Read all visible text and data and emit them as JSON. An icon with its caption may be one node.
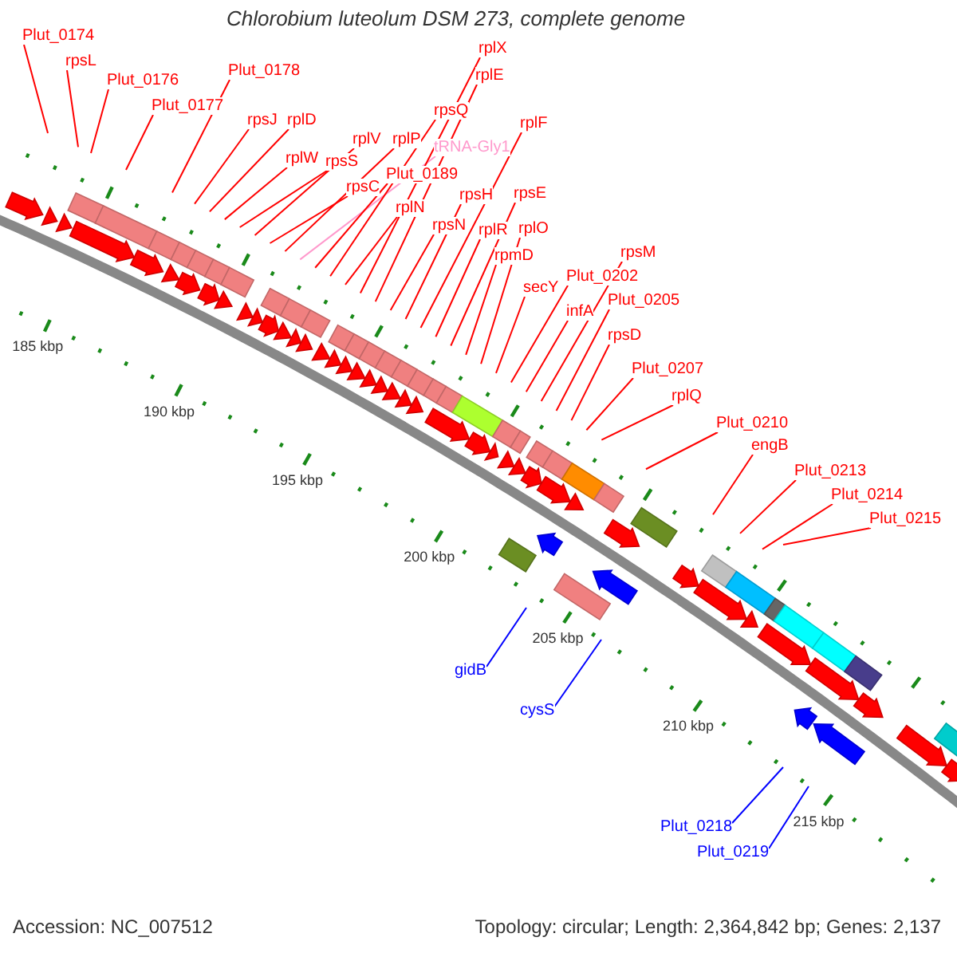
{
  "diagram": {
    "title": "Chlorobium luteolum DSM 273, complete genome",
    "nodes": [
      {
        "text": [
          "Plut_0174"
        ]
      },
      {
        "text": [
          "rpsL"
        ]
      },
      {
        "text": [
          "Plut_0176"
        ]
      },
      {
        "text": [
          "Plut_0177"
        ]
      },
      {
        "text": [
          "Plut_0178"
        ]
      },
      {
        "text": [
          "rpsJ"
        ]
      },
      {
        "text": [
          "rplD"
        ]
      },
      {
        "text": [
          "rplW"
        ]
      },
      {
        "text": [
          "rpsS"
        ]
      },
      {
        "text": [
          "rplV"
        ]
      },
      {
        "text": [
          "rpsC"
        ]
      },
      {
        "text": [
          "rplP"
        ]
      },
      {
        "text": [
          "tRNA-Gly1"
        ]
      },
      {
        "text": [
          "Plut_0189"
        ]
      },
      {
        "text": [
          "rpsQ"
        ]
      },
      {
        "text": [
          "rplN"
        ]
      },
      {
        "text": [
          "rplX"
        ]
      },
      {
        "text": [
          "rplE"
        ]
      },
      {
        "text": [
          "rpsN"
        ]
      },
      {
        "text": [
          "rpsH"
        ]
      },
      {
        "text": [
          "rplF"
        ]
      },
      {
        "text": [
          "rplR"
        ]
      },
      {
        "text": [
          "rpsE"
        ]
      },
      {
        "text": [
          "rpmD"
        ]
      },
      {
        "text": [
          "rplO"
        ]
      },
      {
        "text": [
          "secY"
        ]
      },
      {
        "text": [
          "Plut_0202"
        ]
      },
      {
        "text": [
          "infA"
        ]
      },
      {
        "text": [
          "rpsM"
        ]
      },
      {
        "text": [
          "Plut_0205"
        ]
      },
      {
        "text": [
          "rpsD"
        ]
      },
      {
        "text": [
          "Plut_0207"
        ]
      },
      {
        "text": [
          "rplQ"
        ]
      },
      {
        "text": [
          "Plut_0210"
        ]
      },
      {
        "text": [
          "engB"
        ]
      },
      {
        "text": [
          "Plut_0213"
        ]
      },
      {
        "text": [
          "Plut_0214"
        ]
      },
      {
        "text": [
          "Plut_0215"
        ]
      },
      {
        "text": [
          "gidB"
        ]
      },
      {
        "text": [
          "cysS"
        ]
      },
      {
        "text": [
          "Plut_0218"
        ]
      },
      {
        "text": [
          "Plut_0219"
        ]
      }
    ],
    "edges": [
      {
        "from": 0,
        "to": null,
        "arrow": "none"
      },
      {
        "from": 1,
        "to": null,
        "arrow": "none"
      },
      {
        "from": 2,
        "to": null,
        "arrow": "none"
      },
      {
        "from": 3,
        "to": null,
        "arrow": "none"
      },
      {
        "from": 4,
        "to": null,
        "arrow": "none"
      },
      {
        "from": 5,
        "to": null,
        "arrow": "none"
      },
      {
        "from": 6,
        "to": null,
        "arrow": "none"
      },
      {
        "from": 7,
        "to": null,
        "arrow": "none"
      },
      {
        "from": 8,
        "to": null,
        "arrow": "none"
      },
      {
        "from": 9,
        "to": null,
        "arrow": "none"
      },
      {
        "from": 10,
        "to": null,
        "arrow": "none"
      },
      {
        "from": 11,
        "to": null,
        "arrow": "none"
      },
      {
        "from": 12,
        "to": null,
        "arrow": "none",
        "color": "#ff99cc"
      },
      {
        "from": 13,
        "to": null,
        "arrow": "none"
      },
      {
        "from": 14,
        "to": null,
        "arrow": "none"
      },
      {
        "from": 15,
        "to": null,
        "arrow": "none"
      },
      {
        "from": 16,
        "to": null,
        "arrow": "none"
      },
      {
        "from": 17,
        "to": null,
        "arrow": "none"
      },
      {
        "from": 18,
        "to": null,
        "arrow": "none"
      },
      {
        "from": 19,
        "to": null,
        "arrow": "none"
      },
      {
        "from": 20,
        "to": null,
        "arrow": "none"
      },
      {
        "from": 21,
        "to": null,
        "arrow": "none"
      },
      {
        "from": 22,
        "to": null,
        "arrow": "none"
      },
      {
        "from": 23,
        "to": null,
        "arrow": "none"
      },
      {
        "from": 24,
        "to": null,
        "arrow": "none"
      },
      {
        "from": 25,
        "to": null,
        "arrow": "none"
      },
      {
        "from": 26,
        "to": null,
        "arrow": "none"
      },
      {
        "from": 27,
        "to": null,
        "arrow": "none"
      },
      {
        "from": 28,
        "to": null,
        "arrow": "none"
      },
      {
        "from": 29,
        "to": null,
        "arrow": "none"
      },
      {
        "from": 30,
        "to": null,
        "arrow": "none"
      },
      {
        "from": 31,
        "to": null,
        "arrow": "none"
      },
      {
        "from": 32,
        "to": null,
        "arrow": "none"
      },
      {
        "from": 33,
        "to": null,
        "arrow": "none"
      },
      {
        "from": 34,
        "to": null,
        "arrow": "none"
      },
      {
        "from": 35,
        "to": null,
        "arrow": "none"
      },
      {
        "from": 36,
        "to": null,
        "arrow": "none"
      },
      {
        "from": 37,
        "to": null,
        "arrow": "none"
      },
      {
        "from": 38,
        "to": null,
        "arrow": "none",
        "color": "#0000ff"
      },
      {
        "from": 39,
        "to": null,
        "arrow": "none",
        "color": "#0000ff"
      },
      {
        "from": 40,
        "to": null,
        "arrow": "none",
        "color": "#0000ff"
      },
      {
        "from": 41,
        "to": null,
        "arrow": "none",
        "color": "#0000ff"
      }
    ],
    "labels": [
      "185 kbp",
      "190 kbp",
      "195 kbp",
      "200 kbp",
      "205 kbp",
      "210 kbp",
      "215 kbp",
      "Accession: NC_007512",
      "Topology: circular; Length: 2,364,842 bp; Genes: 2,137"
    ]
  }
}
